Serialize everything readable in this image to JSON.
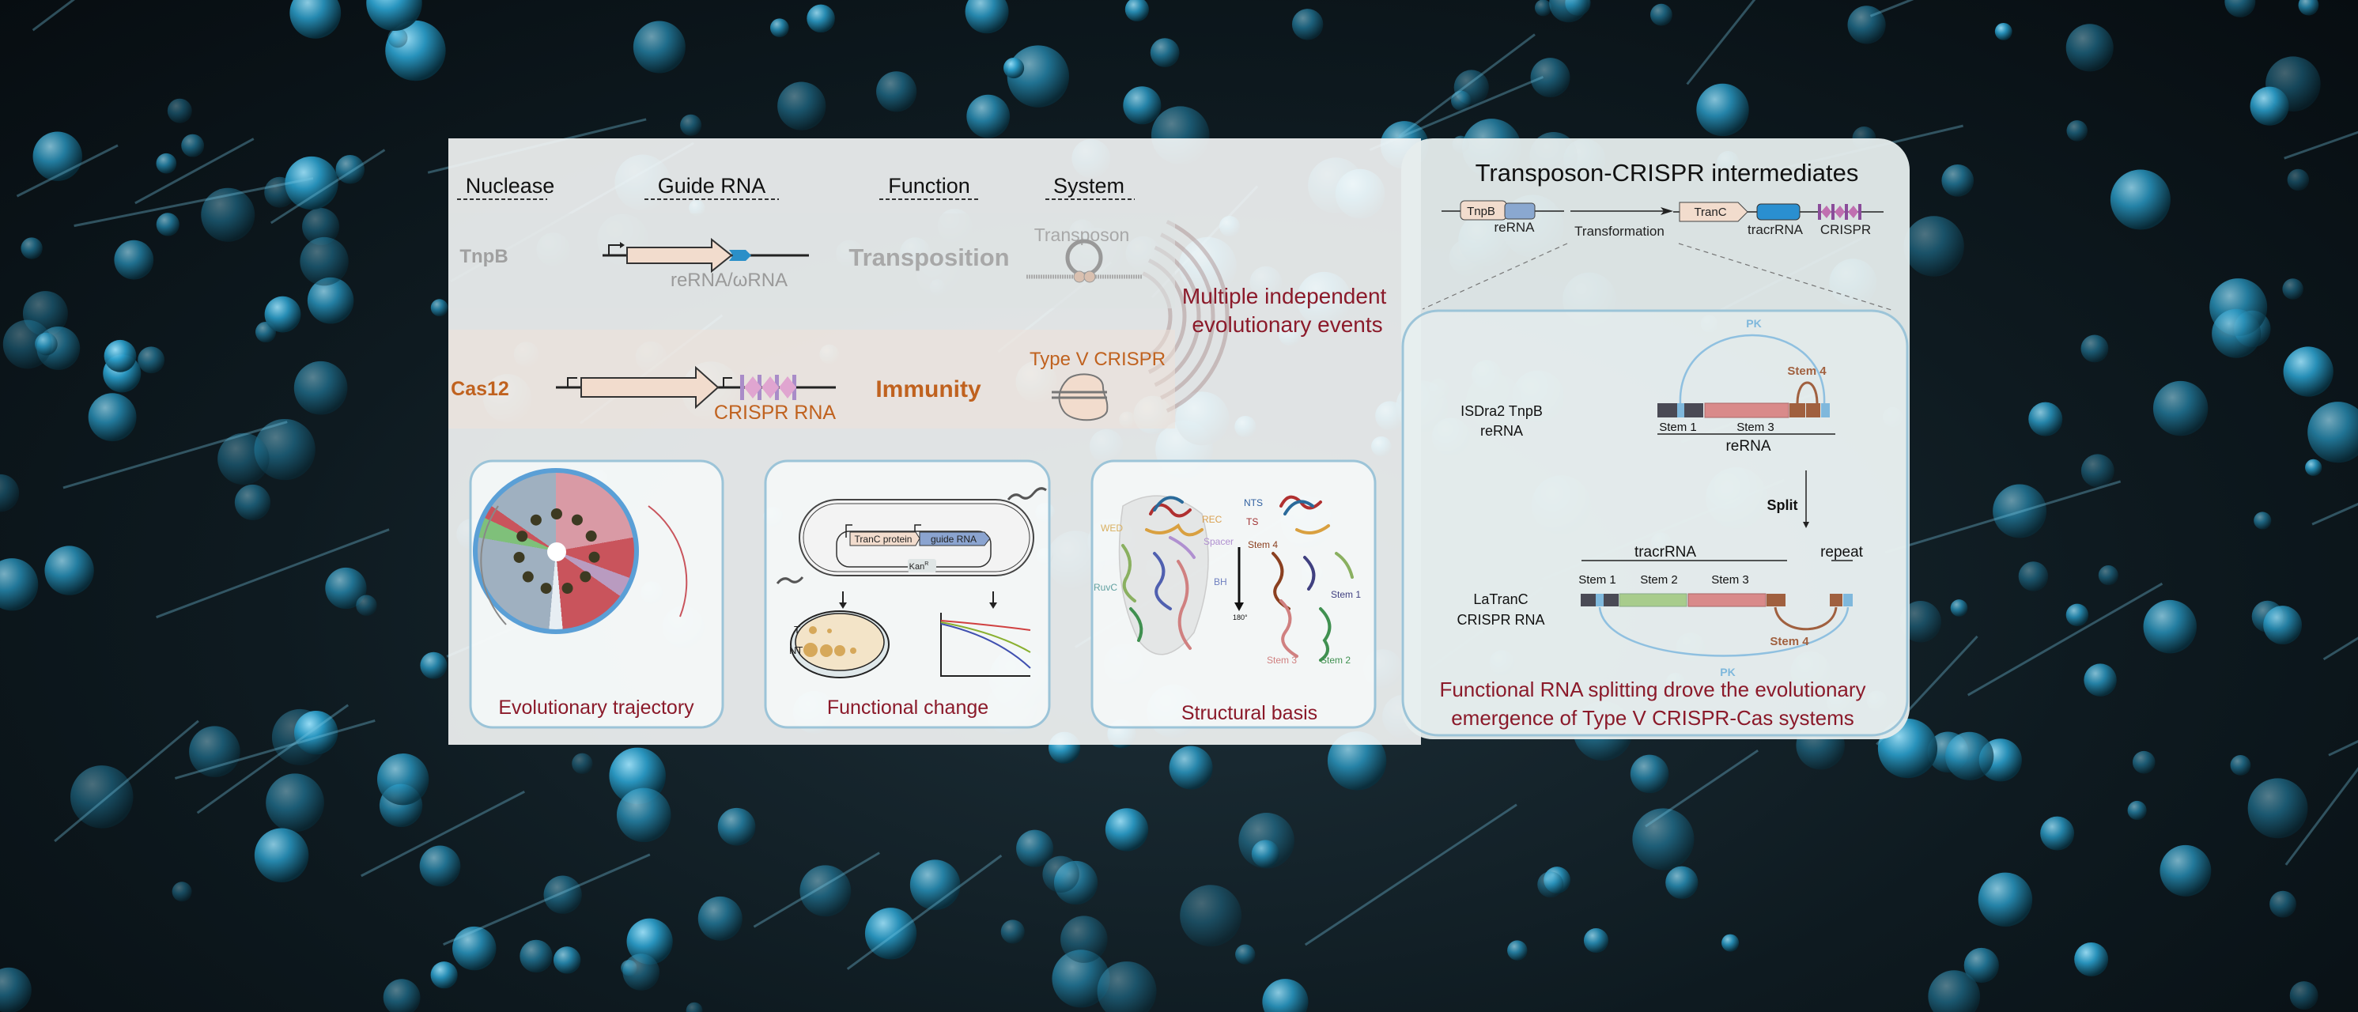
{
  "headers": {
    "nuclease": "Nuclease",
    "guide_rna": "Guide RNA",
    "function": "Function",
    "system": "System"
  },
  "rows": [
    {
      "nuclease": "TnpB",
      "guide_rna": "reRNA/ωRNA",
      "function": "Transposition",
      "system": "Transposon"
    },
    {
      "nuclease": "Cas12",
      "guide_rna": "CRISPR RNA",
      "function": "Immunity",
      "system": "Type V CRISPR"
    }
  ],
  "events": [
    "Multiple independent",
    "evolutionary events"
  ],
  "cards": [
    {
      "label": "Evolutionary trajectory"
    },
    {
      "label": "Functional change",
      "protein": "TranC protein",
      "guide": "guide RNA",
      "marker": "Kan",
      "marker_sup": "R",
      "plate_t": "T",
      "plate_nt": "NT"
    },
    {
      "label": "Structural basis",
      "domains": {
        "wed": "WED",
        "rec": "REC",
        "spacer": "Spacer",
        "bh": "BH",
        "ruvc": "RuvC",
        "nts": "NTS",
        "ts": "TS",
        "stem4": "Stem 4",
        "rotation": "180°",
        "stem1": "Stem 1",
        "stem3": "Stem 3",
        "stem2": "Stem 2"
      }
    }
  ],
  "intermediates": {
    "title": "Transposon-CRISPR intermediates",
    "tnpb": "TnpB",
    "rerna": "reRNA",
    "transformation": "Transformation",
    "tranc": "TranC",
    "tracrrna": "tracrRNA",
    "crispr": "CRISPR",
    "isdra2": [
      "ISDra2 TnpB",
      "reRNA"
    ],
    "top": {
      "pk": "PK",
      "stem4": "Stem 4",
      "stem1": "Stem 1",
      "stem3": "Stem 3",
      "rerna": "reRNA"
    },
    "split": "Split",
    "bottom": {
      "tracrrna": "tracrRNA",
      "repeat": "repeat",
      "stem1": "Stem 1",
      "stem2": "Stem 2",
      "stem3": "Stem 3",
      "stem4": "Stem 4",
      "pk": "PK"
    },
    "latranc": [
      "LaTranC",
      "CRISPR RNA"
    ],
    "caption": [
      "Functional RNA splitting drove the evolutionary",
      "emergence of Type V CRISPR-Cas systems"
    ]
  },
  "colors": {
    "dark_red": "#8b1a2a",
    "orange": "#c0621f",
    "gray": "#a0a0a0",
    "card_border": "#9cc4d8"
  }
}
